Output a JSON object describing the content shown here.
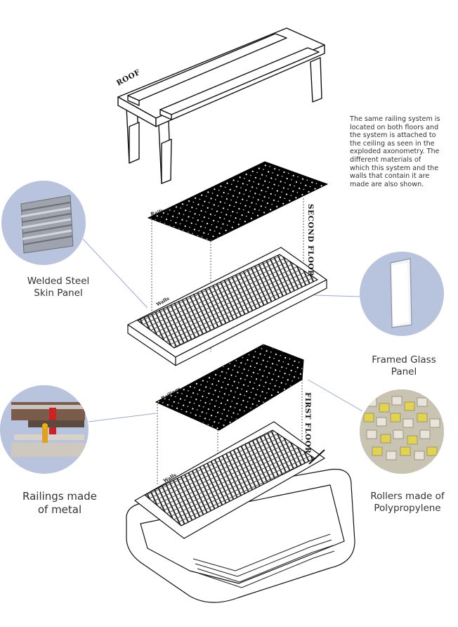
{
  "labels": {
    "roof": "ROOF",
    "second_floor": "SECOND FLOOR",
    "first_floor": "FIRST FLOOR",
    "railings_top": "Railings",
    "walls_top": "Walls",
    "railings_bottom": "Railings",
    "walls_bottom": "Walls"
  },
  "description": "The same railing system is located on both floors and the system is attached to the ceiling as seen in the exploded axonometry. The different materials of which this system and the walls that contain it are made are also shown.",
  "materials": {
    "welded_steel": {
      "line1": "Welded Steel",
      "line2": "Skin Panel"
    },
    "framed_glass": {
      "line1": "Framed Glass",
      "line2": "Panel"
    },
    "railings_metal": {
      "line1": "Railings made",
      "line2": "of metal"
    },
    "rollers": {
      "line1": "Rollers made of",
      "line2": "Polypropylene"
    }
  },
  "colors": {
    "circle_fill": "#b8c3dd",
    "leader_line": "#9aa9cc",
    "ink": "#111111"
  }
}
